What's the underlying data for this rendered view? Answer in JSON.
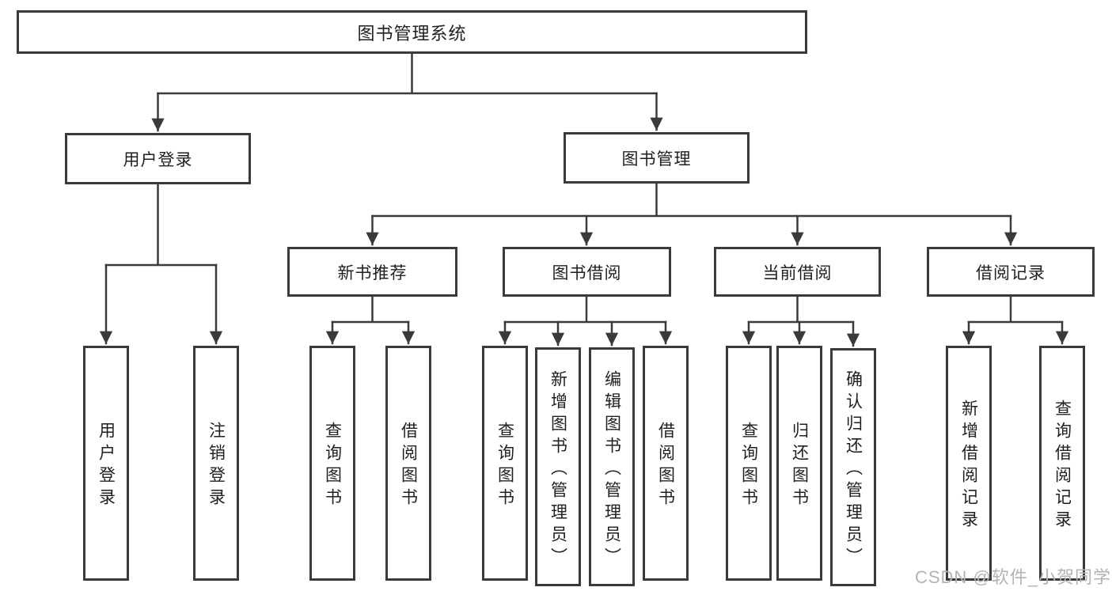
{
  "tree": {
    "label": "图书管理系统",
    "children": [
      {
        "label": "用户登录",
        "children": [
          {
            "label": "用户登录"
          },
          {
            "label": "注销登录"
          }
        ]
      },
      {
        "label": "图书管理",
        "children": [
          {
            "label": "新书推荐",
            "children": [
              {
                "label": "查询图书"
              },
              {
                "label": "借阅图书"
              }
            ]
          },
          {
            "label": "图书借阅",
            "children": [
              {
                "label": "查询图书"
              },
              {
                "label": "新增图书（管理员）"
              },
              {
                "label": "编辑图书（管理员）"
              },
              {
                "label": "借阅图书"
              }
            ]
          },
          {
            "label": "当前借阅",
            "children": [
              {
                "label": "查询图书"
              },
              {
                "label": "归还图书"
              },
              {
                "label": "确认归还（管理员）"
              }
            ]
          },
          {
            "label": "借阅记录",
            "children": [
              {
                "label": "新增借阅记录"
              },
              {
                "label": "查询借阅记录"
              }
            ]
          }
        ]
      }
    ]
  },
  "watermark": "CSDN @软件_小贺同学",
  "colors": {
    "line": "#3a3a3a",
    "text": "#1f1f1f",
    "background": "#ffffff",
    "watermark": "#b3b3b3"
  }
}
